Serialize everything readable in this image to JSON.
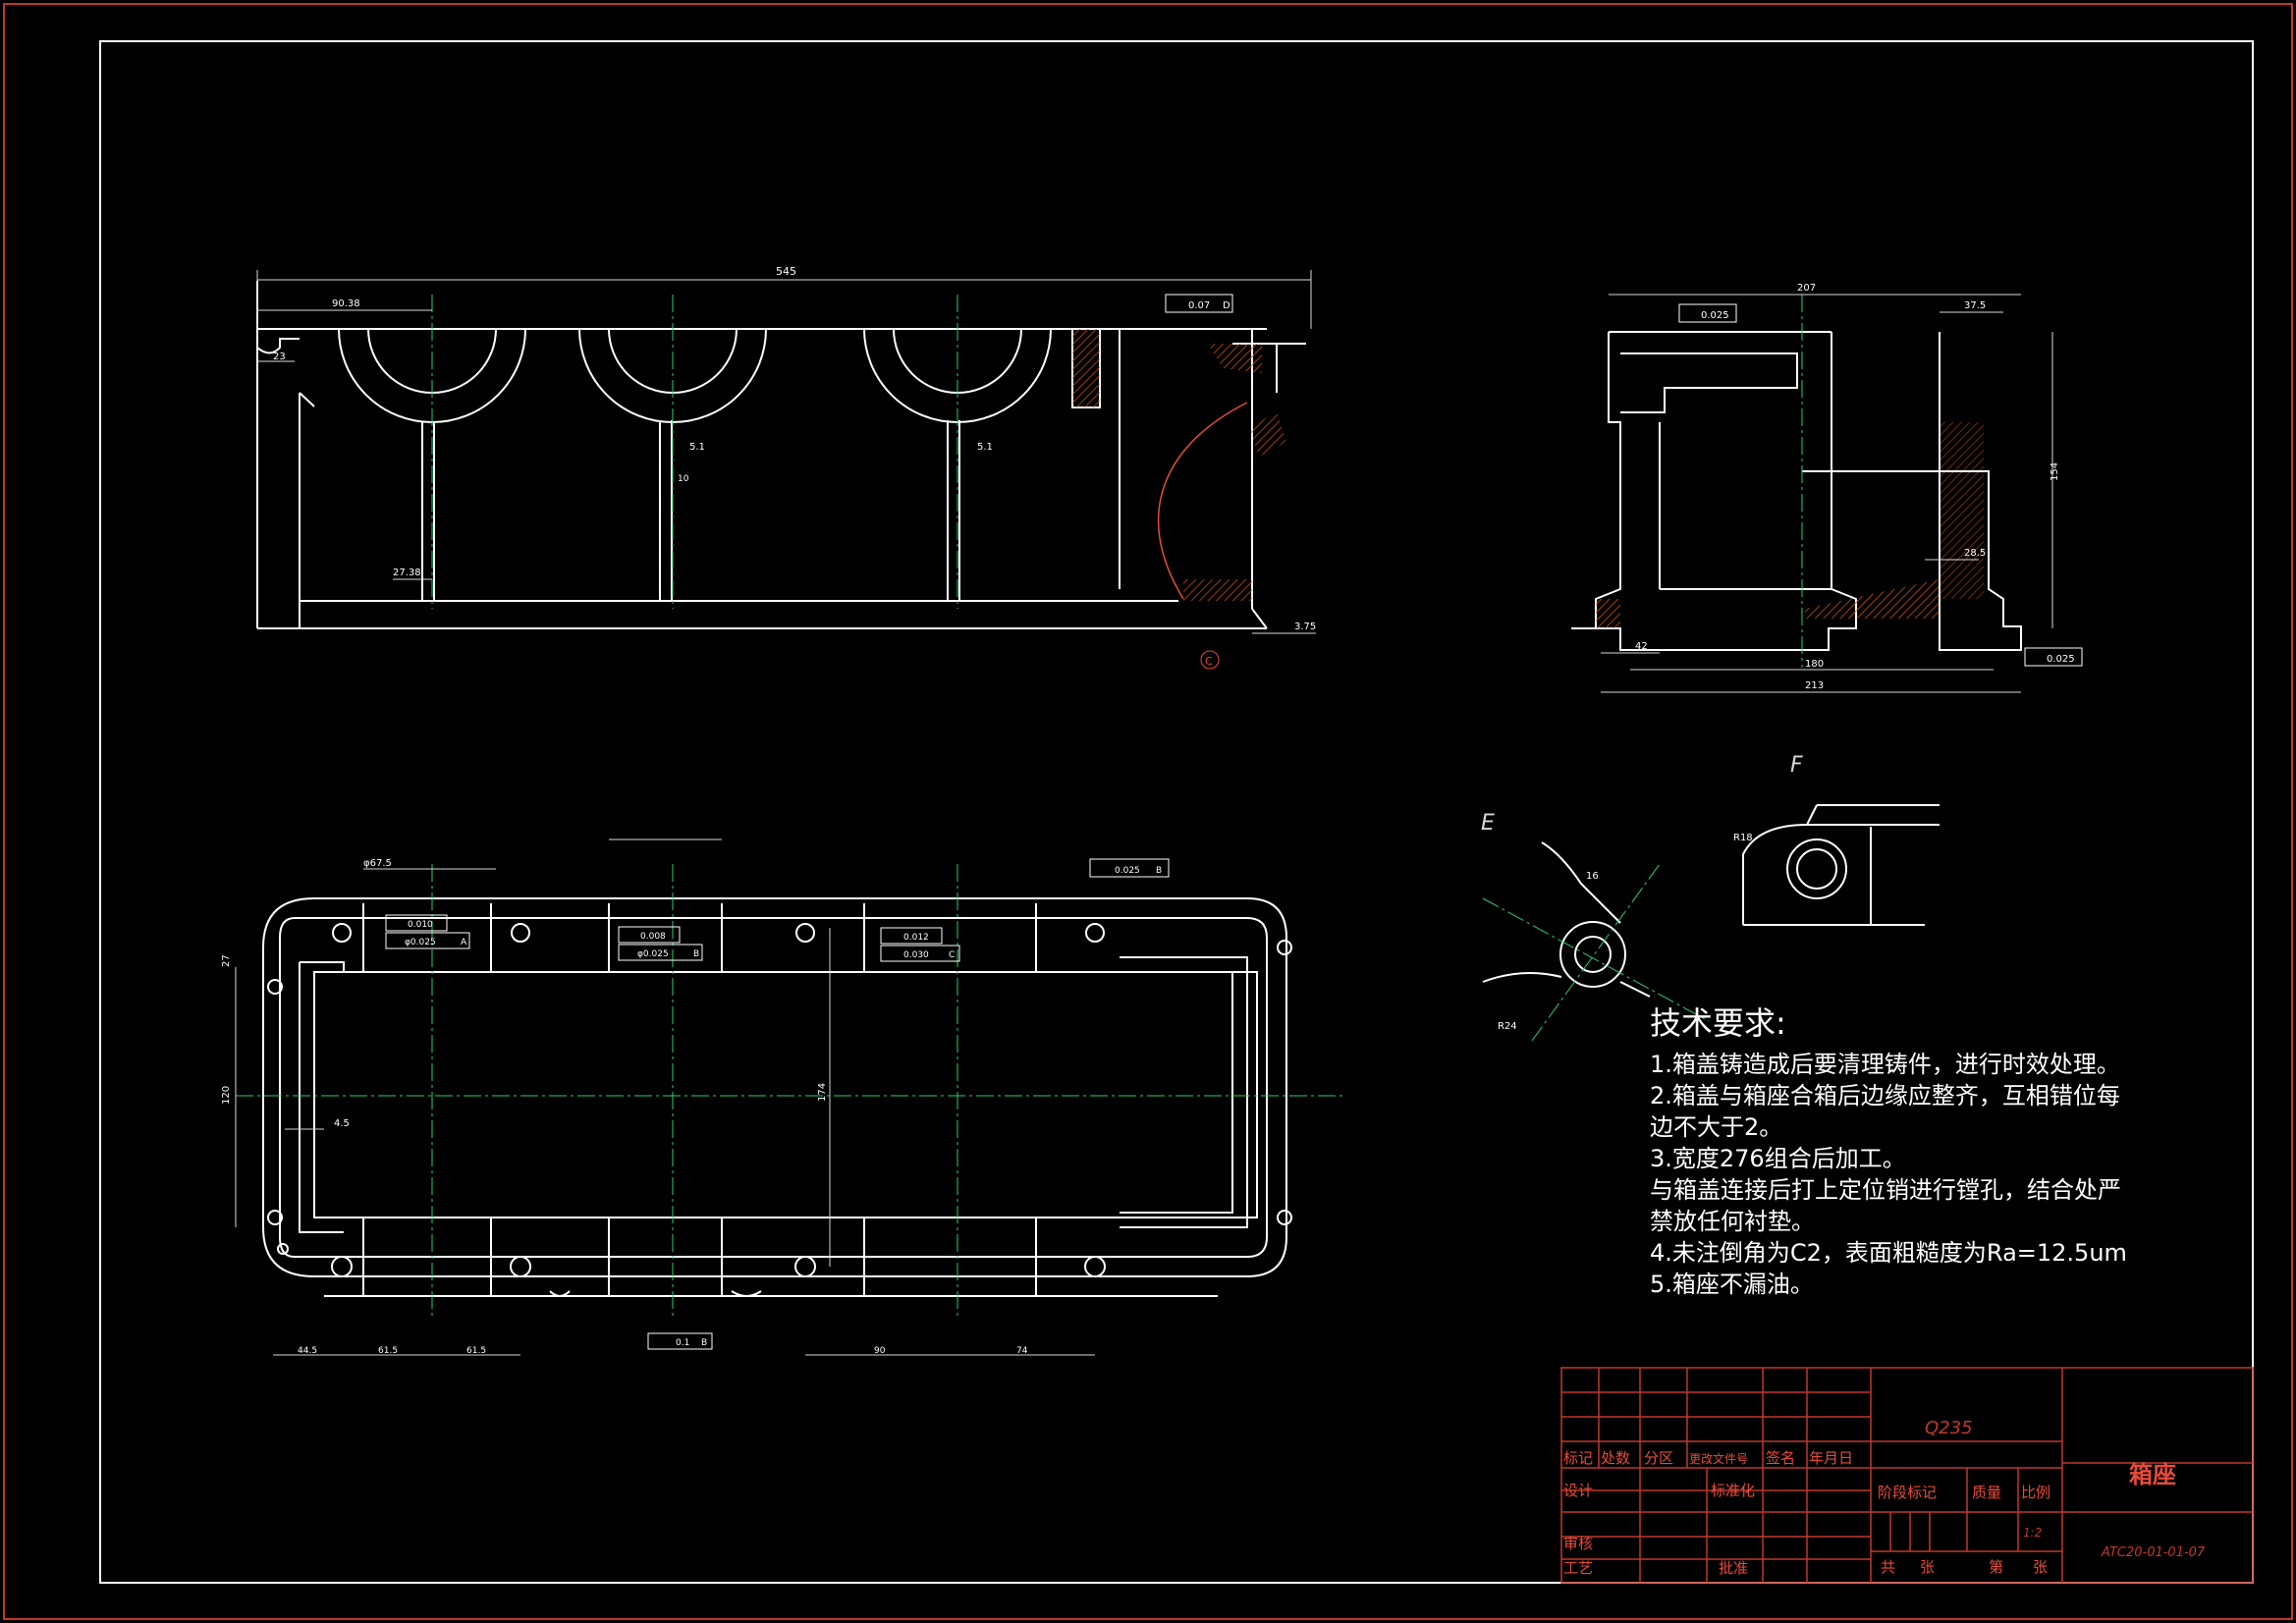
{
  "tech_requirements": {
    "title": "技术要求:",
    "items": [
      "1.箱盖铸造成后要清理铸件，进行时效处理。",
      "2.箱盖与箱座合箱后边缘应整齐，互相错位每",
      "边不大于2。",
      "3.宽度276组合后加工。",
      "与箱盖连接后打上定位销进行镗孔，结合处严",
      "禁放任何衬垫。",
      "4.未注倒角为C2，表面粗糙度为Ra=12.5um",
      "5.箱座不漏油。"
    ]
  },
  "title_block": {
    "material": "Q235",
    "part_name": "箱座",
    "drawing_no": "ATC20-01-01-07",
    "scale_value": "1:2",
    "col_labels": [
      "标记",
      "处数",
      "分区",
      "更改文件号",
      "签名",
      "年月日"
    ],
    "design": "设计",
    "standardization": "标准化",
    "review": "审核",
    "process": "工艺",
    "approve": "批准",
    "stage_mark": "阶段标记",
    "mass": "质量",
    "scale": "比例",
    "total": "共",
    "sheets": "张",
    "sheet_no": "第",
    "sheets2": "张"
  },
  "dimensions": {
    "front_overall": "545",
    "front_left": "90.38",
    "front_23": "23",
    "front_27": "27.38",
    "front_51a": "5.1",
    "front_51b": "5.1",
    "front_10": "10",
    "front_375": "3.75",
    "side_207": "207",
    "side_375": "37.5",
    "side_154": "154",
    "side_285": "28.5",
    "side_42": "42",
    "side_180": "180",
    "side_213": "213",
    "top_675": "φ67.5",
    "top_120": "120",
    "top_174": "174",
    "top_27": "27",
    "top_45": "4.5",
    "top_90": "90",
    "top_74": "74",
    "top_445": "44.5",
    "top_615a": "61.5",
    "top_615b": "61.5",
    "det_r18": "R18",
    "det_r24": "R24",
    "det_16": "16"
  },
  "tolerances": {
    "t1": "0.07",
    "t1_ref": "D",
    "t2": "0.025",
    "t3": "0.025",
    "t4": "0.025",
    "t4_ref": "B",
    "t5": "0.010",
    "t5b": "φ0.025",
    "t5_ref": "A",
    "t6": "0.008",
    "t6b": "φ0.025",
    "t6_ref": "B",
    "t7": "0.012",
    "t7b": "0.030",
    "t7_ref": "C",
    "t8": "0.1",
    "t8_ref": "B"
  },
  "view_labels": {
    "detail_e": "E",
    "detail_f": "F",
    "section_c": "C"
  },
  "colors": {
    "frame": "#ffffff",
    "outer_border": "#c0392b",
    "dim": "#d8d8d8",
    "center": "#2ecc71",
    "hatch": "#d35400",
    "title_block": "#c0392b",
    "title_text": "#e74c3c"
  }
}
